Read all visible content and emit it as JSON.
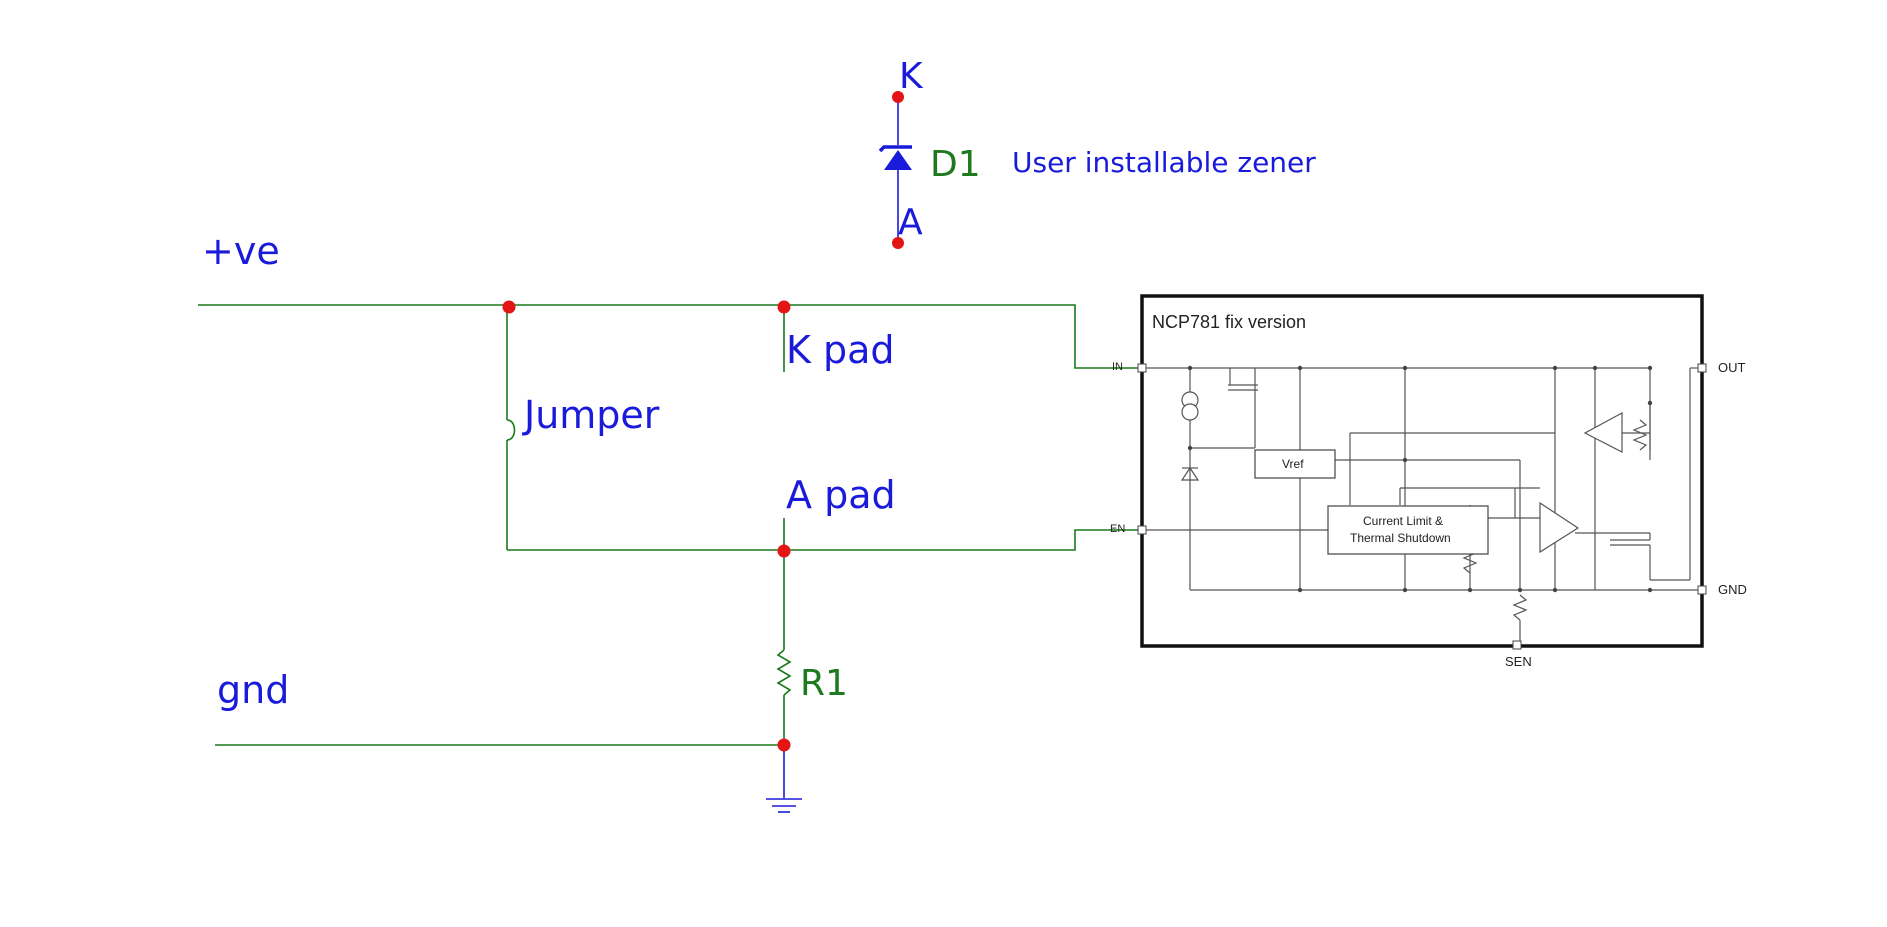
{
  "net_labels": {
    "positive": "+ve",
    "ground": "gnd",
    "k_pad": "K pad",
    "a_pad": "A pad",
    "jumper": "Jumper"
  },
  "diode": {
    "ref": "D1",
    "note": "User installable zener",
    "cathode": "K",
    "anode": "A"
  },
  "resistor": {
    "ref": "R1"
  },
  "regulator": {
    "title": "NCP781 fix version",
    "pins": {
      "in": "IN",
      "en": "EN",
      "out": "OUT",
      "gnd": "GND",
      "sen": "SEN"
    },
    "blocks": {
      "vref": "Vref",
      "current_limit_line1": "Current Limit &",
      "current_limit_line2": "Thermal Shutdown"
    }
  },
  "colors": {
    "wire": "#1a7a1a",
    "label": "#1a1adb",
    "ref_label": "#1f7a1f",
    "junction": "#e31515"
  }
}
